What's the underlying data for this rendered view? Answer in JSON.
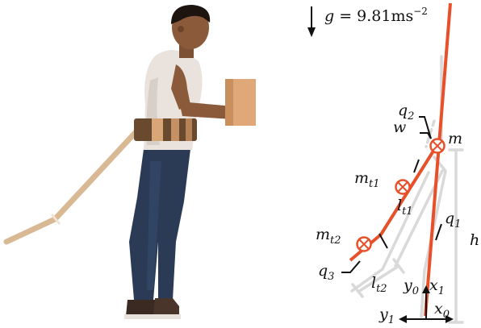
{
  "colors": {
    "body_segment": "#e8502a",
    "tail": "#d9b894",
    "reference": "#d9d9d9",
    "ink": "#111111",
    "skin": "#8a5a3a",
    "shirt": "#e9e2dd",
    "jeans": "#2b3b55",
    "belt": "#6a4a2e",
    "box": "#e0a878"
  },
  "figure": {
    "gravity": {
      "lhs": "g",
      "rhs": "9.81ms",
      "exp": "−2"
    },
    "labels": {
      "q2": {
        "base": "q",
        "sub": "2"
      },
      "w": {
        "base": "w",
        "sub": ""
      },
      "m": {
        "base": "m",
        "sub": ""
      },
      "mt1": {
        "base": "m",
        "sub": "t1"
      },
      "lt1": {
        "base": "l",
        "sub": "t1"
      },
      "q1": {
        "base": "q",
        "sub": "1"
      },
      "h": {
        "base": "h",
        "sub": ""
      },
      "mt2": {
        "base": "m",
        "sub": "t2"
      },
      "q3": {
        "base": "q",
        "sub": "3"
      },
      "lt2": {
        "base": "l",
        "sub": "t2"
      },
      "y0": {
        "base": "y",
        "sub": "0"
      },
      "x1": {
        "base": "x",
        "sub": "1"
      },
      "y1": {
        "base": "y",
        "sub": "1"
      },
      "x0": {
        "base": "x",
        "sub": "0"
      }
    }
  }
}
